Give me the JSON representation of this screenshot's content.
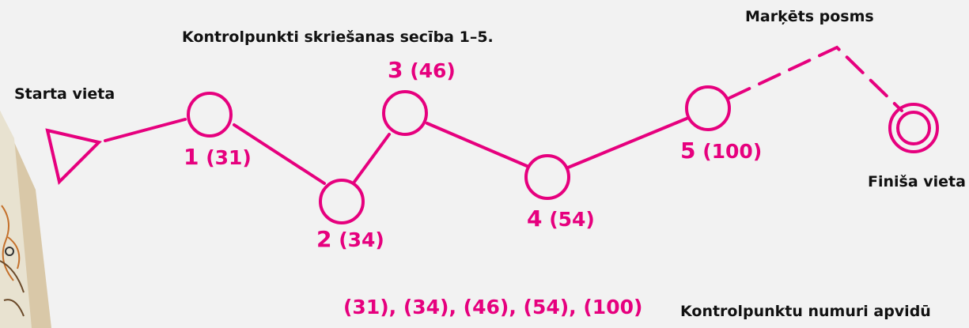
{
  "colors": {
    "course": "#e6007e",
    "text": "#111111",
    "background": "#f2f2f2"
  },
  "labels": {
    "start": "Starta vieta",
    "sequence_note": "Kontrolpunkti skriešanas secība 1–5.",
    "marked_leg": "Marķēts posms",
    "finish": "Finiša vieta",
    "codes_note": "Kontrolpunktu numuri apvidū",
    "codes_list": "(31), (34), (46), (54), (100)"
  },
  "controls": [
    {
      "order": "1",
      "code": "(31)"
    },
    {
      "order": "2",
      "code": "(34)"
    },
    {
      "order": "3",
      "code": "(46)"
    },
    {
      "order": "4",
      "code": "(54)"
    },
    {
      "order": "5",
      "code": "(100)"
    }
  ]
}
